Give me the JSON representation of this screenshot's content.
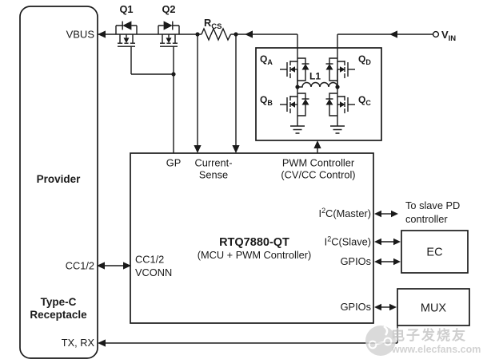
{
  "receptacle": {
    "vbus": "VBUS",
    "provider": "Provider",
    "cc": "CC1/2",
    "type_line1": "Type-C",
    "type_line2": "Receptacle",
    "txrx": "TX, RX"
  },
  "power_path": {
    "q1": "Q1",
    "q2": "Q2",
    "rcs_base": "R",
    "rcs_sub": "CS",
    "vin_base": "V",
    "vin_sub": "IN"
  },
  "converter": {
    "qa_base": "Q",
    "qa_sub": "A",
    "qb_base": "Q",
    "qb_sub": "B",
    "qc_base": "Q",
    "qc_sub": "C",
    "qd_base": "Q",
    "qd_sub": "D",
    "l1": "L1"
  },
  "controller": {
    "gp": "GP",
    "current_sense_line1": "Current-",
    "current_sense_line2": "Sense",
    "pwm_line1": "PWM Controller",
    "pwm_line2": "(CV/CC Control)",
    "name": "RTQ7880-QT",
    "subtitle": "(MCU + PWM Controller)",
    "cc_line1": "CC1/2",
    "cc_line2": "VCONN",
    "i2c_master_pre": "I",
    "i2c_master_sup": "2",
    "i2c_master_post": "C(Master)",
    "i2c_slave_pre": "I",
    "i2c_slave_sup": "2",
    "i2c_slave_post": "C(Slave)",
    "gpios_ec": "GPIOs",
    "gpios_mux": "GPIOs"
  },
  "peripherals": {
    "slave_pd_line1": "To slave PD",
    "slave_pd_line2": "controller",
    "ec": "EC",
    "mux": "MUX"
  },
  "watermark": {
    "brand": "电子发烧友",
    "url": "www.elecfans.com"
  },
  "colors": {
    "ink": "#1a1a1a",
    "background": "#ffffff",
    "watermark_gray": "#c6c6c6"
  }
}
